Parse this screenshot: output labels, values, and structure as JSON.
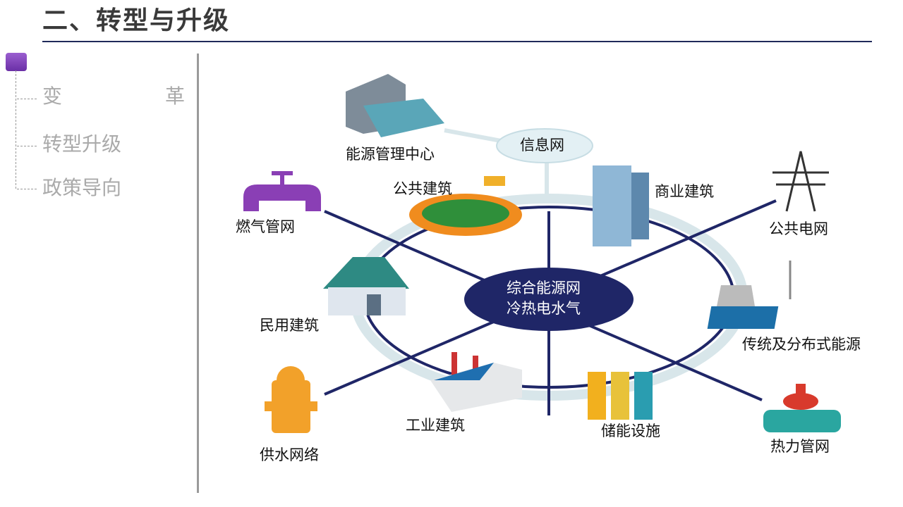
{
  "title": "二、转型与升级",
  "nav": [
    {
      "label": "变　　革"
    },
    {
      "label": "转型升级"
    },
    {
      "label": "政策导向"
    }
  ],
  "diagram": {
    "center_line1": "综合能源网",
    "center_line2": "冷热电水气",
    "info_net": "信息网",
    "nodes": {
      "energy_center": "能源管理中心",
      "public_building": "公共建筑",
      "commercial_building": "商业建筑",
      "public_grid": "公共电网",
      "gas_network": "燃气管网",
      "residential": "民用建筑",
      "traditional_energy": "传统及分布式能源",
      "water_supply": "供水网络",
      "industrial": "工业建筑",
      "storage": "储能设施",
      "heat_network": "热力管网"
    }
  },
  "colors": {
    "navy": "#1f2667",
    "ring": "#d8e6ea",
    "accent": "#7b3fb8"
  }
}
